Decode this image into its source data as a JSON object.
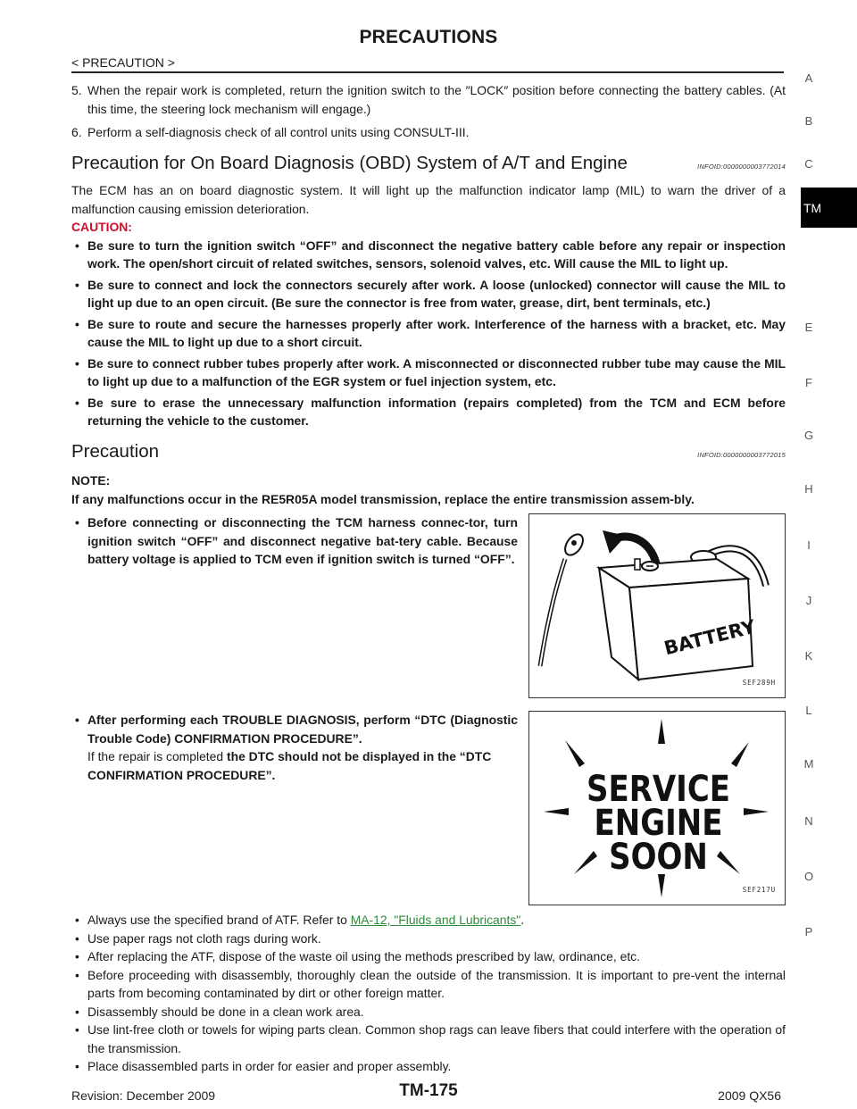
{
  "header": {
    "title": "PRECAUTIONS",
    "section": "< PRECAUTION >"
  },
  "steps": [
    {
      "num": "5.",
      "text": "When the repair work is completed, return the ignition switch to the ″LOCK″ position before connecting the battery cables. (At this time, the steering lock mechanism will engage.)"
    },
    {
      "num": "6.",
      "text": "Perform a self-diagnosis check of all control units using CONSULT-III."
    }
  ],
  "obd_section": {
    "heading": "Precaution for On Board Diagnosis (OBD) System of A/T and Engine",
    "infoid": "INFOID:0000000003772014",
    "intro": "The ECM has an on board diagnostic system. It will light up the malfunction indicator lamp (MIL) to warn the driver of a malfunction causing emission deterioration.",
    "caution_label": "CAUTION:",
    "bullets": [
      "Be sure to turn the ignition switch “OFF” and disconnect the negative battery cable before any repair or inspection work. The open/short circuit of related switches, sensors, solenoid valves, etc. Will cause the MIL to light up.",
      "Be sure to connect and lock the connectors securely after work. A loose (unlocked) connector will cause the MIL to light up due to an open circuit. (Be sure the connector is free from water, grease, dirt, bent terminals, etc.)",
      "Be sure to route and secure the harnesses properly after work. Interference of the harness with a bracket, etc. May cause the MIL to light up due to a short circuit.",
      "Be sure to connect rubber tubes properly after work. A misconnected or disconnected rubber tube may cause the MIL to light up due to a malfunction of the EGR system or fuel injection system, etc.",
      "Be sure to erase the unnecessary malfunction information (repairs completed) from the TCM and ECM before returning the vehicle to the customer."
    ]
  },
  "precaution_section": {
    "heading": "Precaution",
    "infoid": "INFOID:0000000003772015",
    "note_label": "NOTE:",
    "note_text": "If any malfunctions occur in the RE5R05A model transmission, replace the entire transmission assem-bly.",
    "bullet_battery": "Before connecting or disconnecting the TCM harness connec-tor, turn ignition switch “OFF” and disconnect negative bat-tery cable. Because battery voltage is applied to TCM even if ignition switch is turned “OFF”.",
    "fig_battery": {
      "label": "BATTERY",
      "code": "SEF289H"
    },
    "bullet_dtc": "After performing each TROUBLE DIAGNOSIS, perform “DTC (Diagnostic Trouble Code) CONFIRMATION PROCEDURE”.",
    "dtc_plain": "If the repair is completed ",
    "dtc_bold": "the DTC should not be displayed in the “DTC CONFIRMATION PROCEDURE”.",
    "fig_service": {
      "line1": "SERVICE",
      "line2": "ENGINE",
      "line3": "SOON",
      "code": "SEF217U"
    },
    "atf_text": "Always use the specified brand of ATF. Refer to ",
    "atf_link": "MA-12, \"Fluids and Lubricants\"",
    "atf_end": ".",
    "bullets": [
      "Use paper rags not cloth rags during work.",
      "After replacing the ATF, dispose of the waste oil using the methods prescribed by law, ordinance, etc.",
      "Before proceeding with disassembly, thoroughly clean the outside of the transmission. It is important to pre-vent the internal parts from becoming contaminated by dirt or other foreign matter.",
      "Disassembly should be done in a clean work area.",
      "Use lint-free cloth or towels for wiping parts clean. Common shop rags can leave fibers that could interfere with the operation of the transmission.",
      "Place disassembled parts in order for easier and proper assembly."
    ]
  },
  "side_index": [
    "A",
    "B",
    "C",
    "TM",
    "E",
    "F",
    "G",
    "H",
    "I",
    "J",
    "K",
    "L",
    "M",
    "N",
    "O",
    "P"
  ],
  "footer": {
    "revision": "Revision: December 2009",
    "page": "TM-175",
    "model": "2009 QX56"
  }
}
